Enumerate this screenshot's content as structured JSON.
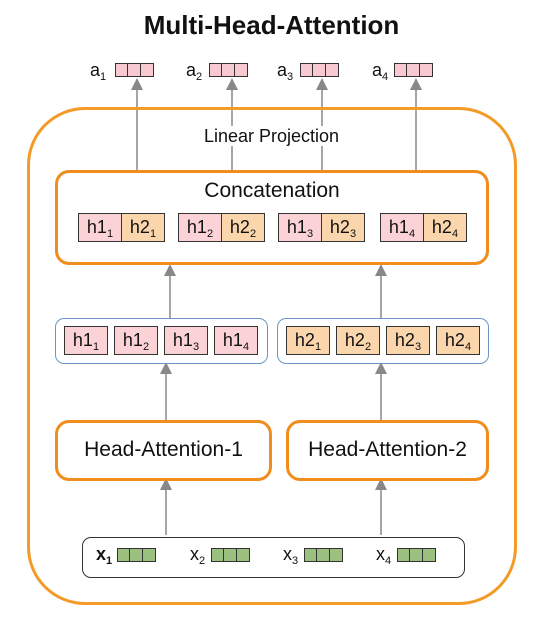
{
  "title": "Multi-Head-Attention",
  "outputs": [
    {
      "base": "a",
      "sub": "1"
    },
    {
      "base": "a",
      "sub": "2"
    },
    {
      "base": "a",
      "sub": "3"
    },
    {
      "base": "a",
      "sub": "4"
    }
  ],
  "linear_projection": "Linear Projection",
  "concatenation": "Concatenation",
  "concat_pairs": [
    [
      {
        "base": "h1",
        "sub": "1"
      },
      {
        "base": "h2",
        "sub": "1"
      }
    ],
    [
      {
        "base": "h1",
        "sub": "2"
      },
      {
        "base": "h2",
        "sub": "2"
      }
    ],
    [
      {
        "base": "h1",
        "sub": "3"
      },
      {
        "base": "h2",
        "sub": "3"
      }
    ],
    [
      {
        "base": "h1",
        "sub": "4"
      },
      {
        "base": "h2",
        "sub": "4"
      }
    ]
  ],
  "head1_outputs": [
    {
      "base": "h1",
      "sub": "1"
    },
    {
      "base": "h1",
      "sub": "2"
    },
    {
      "base": "h1",
      "sub": "3"
    },
    {
      "base": "h1",
      "sub": "4"
    }
  ],
  "head2_outputs": [
    {
      "base": "h2",
      "sub": "1"
    },
    {
      "base": "h2",
      "sub": "2"
    },
    {
      "base": "h2",
      "sub": "3"
    },
    {
      "base": "h2",
      "sub": "4"
    }
  ],
  "head_attention_1": "Head-Attention-1",
  "head_attention_2": "Head-Attention-2",
  "inputs": [
    {
      "base": "x",
      "sub": "1"
    },
    {
      "base": "x",
      "sub": "2"
    },
    {
      "base": "x",
      "sub": "3"
    },
    {
      "base": "x",
      "sub": "4"
    }
  ],
  "colors": {
    "orange": "#f08d1c",
    "blue": "#6b95c4",
    "pink": "#fbd3d7",
    "peach": "#fbd6ad",
    "green": "#9bc080",
    "arrow": "#888888"
  }
}
